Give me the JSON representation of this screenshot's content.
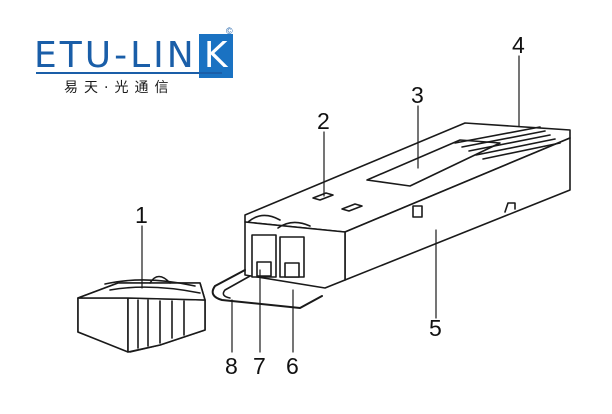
{
  "logo": {
    "word": "ETU-LIN",
    "boxed_letter": "K",
    "registered_mark": "©",
    "chinese": "易天·光通信",
    "brand_color": "#1a5ea8",
    "box_color": "#1a72c2"
  },
  "callouts": [
    {
      "id": "c1",
      "label": "1"
    },
    {
      "id": "c2",
      "label": "2"
    },
    {
      "id": "c3",
      "label": "3"
    },
    {
      "id": "c4",
      "label": "4"
    },
    {
      "id": "c5",
      "label": "5"
    },
    {
      "id": "c6",
      "label": "6"
    },
    {
      "id": "c7",
      "label": "7"
    },
    {
      "id": "c8",
      "label": "8"
    }
  ]
}
